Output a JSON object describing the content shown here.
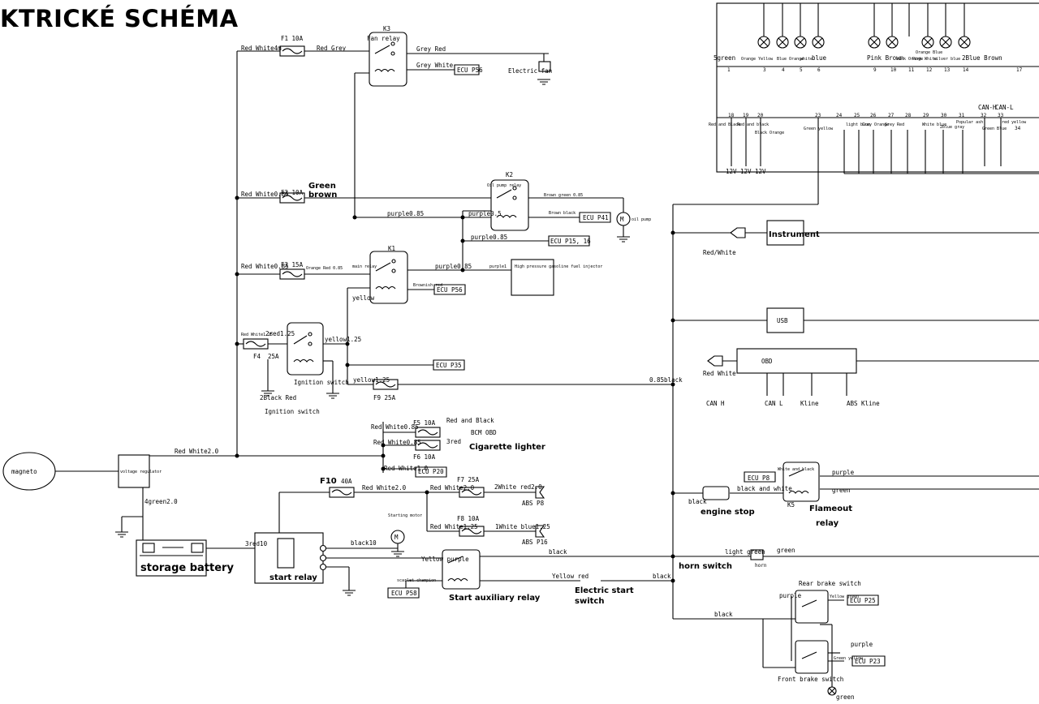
{
  "title": "KTRICKÉ SCHÉMA",
  "labels": {
    "f1": "F1  10A",
    "red_white_4m": "Red White4m",
    "red_grey": "Red Grey",
    "fan_relay": "Fan relay",
    "k3": "K3",
    "grey_red": "Grey Red",
    "grey_white": "Grey White",
    "ecu_p56_a": "ECU P56",
    "electric_fan": "Electric fan",
    "red_white085_f2": "Red White0.85",
    "f2": "F2  10A",
    "green_brown_1": "Green",
    "green_brown_2": "brown",
    "k2": "K2",
    "oil_pump_relay": "Oil pump relay",
    "brown_green": "Brown green 0.85",
    "brown_black": "Brown black",
    "ecu_p41": "ECU P41",
    "oil_pump": "oil pump",
    "purple085_a": "purple0.85",
    "purple05": "purple0.5",
    "purple085_b": "purple0.85",
    "ecu_p15_16": "ECU P15, 16",
    "red_white085_f3": "Red White0.85",
    "f3": "F3  15A",
    "orange_red": "Orange Red 0.85",
    "k1": "K1",
    "main_relay": "main relay",
    "purple085_c": "purple0.85",
    "purple1": "purple1",
    "hp_injector": "High pressure gasoline fuel injector",
    "brownish_red": "Brownish red",
    "ecu_p56_b": "ECU P56",
    "yellow": "yellow",
    "red_white_f4": "Red White1.25",
    "two_red125": "2red1.25",
    "f4": "F4",
    "f4a": "25A",
    "yellow125_a": "yellow1.25",
    "ignition_switch_box": "Ignition switch",
    "two_black_red": "2Black Red",
    "ignition_switch": "Ignition switch",
    "ecu_p35": "ECU P35",
    "yellow125_b": "yellow1.25",
    "f9": "F9   25A",
    "black085": "0.85black",
    "red_white085_f5": "Red White0.85",
    "f5": "F5   10A",
    "red_and_black": "Red and Black",
    "bcm_obd": "BCM  OBD",
    "red_white085_f6": "Red White0.85",
    "three_red": "3red",
    "cigarette_lighter": "Cigarette lighter",
    "f6": "F6   10A",
    "red_white1": "Red White1.0",
    "ecu_p20": "ECU P20",
    "magneto": "magneto",
    "voltage_regulator": "voltage regulator",
    "red_white2": "Red White2.0",
    "four_green": "4green2.0",
    "f10": "F10",
    "f10a": "40A",
    "red_white2_b": "Red White2.0",
    "f7": "F7   25A",
    "red_white2_c": "Red White2.0",
    "two_white_red": "2White red2.0",
    "abs_p8": "ABS P8",
    "f8": "F8   10A",
    "red_white125": "Red White1.25",
    "white_blue": "1White blue1.25",
    "abs_p16": "ABS P16",
    "starting_motor": "Starting motor",
    "storage_battery": "storage battery",
    "three_red10": "3red10",
    "black10": "black10",
    "start_relay": "start relay",
    "yellow_purple": "Yellow purple",
    "black_a": "black",
    "yellow_red": "Yellow red",
    "black_b": "black",
    "electric_start_1": "Electric start",
    "electric_start_2": "switch",
    "ecu_p58": "ECU P58",
    "start_aux_relay": "Start auxiliary relay",
    "orange_black": "scarlet champion",
    "five_green": "5green",
    "two_blue_brown": "2Blue Brown",
    "pink_brown": "Pink Brown",
    "blue": "blue",
    "twelve_v_1": "12V",
    "twelve_v_2": "12V",
    "twelve_v_3": "12V",
    "instrument": "Instrument",
    "red_white_inst": "Red/White",
    "usb": "USB",
    "obd": "OBD",
    "red_white_obd": "Red White",
    "can_h": "CAN H",
    "can_l": "CAN L",
    "kline": "Kline",
    "abs_kline": "ABS Kline",
    "ecu_p8": "ECU P8",
    "white_black": "White and black",
    "purple_k5": "purple",
    "green_k5": "green",
    "black_and_white": "black and white",
    "black_es": "black",
    "engine_stop": "engine stop",
    "k5": "K5",
    "flameout_1": "Flameout",
    "flameout_2": "relay",
    "light_green": "light green",
    "green_horn": "green",
    "horn": "horn",
    "horn_switch": "horn switch",
    "rear_brake": "Rear brake switch",
    "purple_rb": "purple",
    "yellow_green": "Yellow green",
    "ecu_p25": "ECU P25",
    "black_rb": "black",
    "purple_fb": "purple",
    "ecu_p23": "ECU P23",
    "green_yellow": "Green yellow",
    "front_brake": "Front brake switch",
    "green_lamp": "green",
    "pin_labels": [
      "1",
      "3",
      "4",
      "5",
      "6",
      "9",
      "10",
      "11",
      "12",
      "13",
      "14",
      "17"
    ],
    "pin_labels_b": [
      "18",
      "19",
      "20",
      "23",
      "24",
      "25",
      "26",
      "27",
      "28",
      "29",
      "30",
      "31",
      "32",
      "33"
    ],
    "can_h_top": "CAN-H",
    "can_l_top": "CAN-L",
    "wire_top": [
      "Orange Yellow",
      "Blue Orange",
      "white",
      "Pink Orange",
      "Pink White",
      "Orange Blue",
      "silver blue"
    ],
    "wire_bottom": [
      "Red and Black",
      "Red and black",
      "Black Orange",
      "Green yellow",
      "light blue",
      "Grey Orange",
      "Grey Red",
      "White blue",
      "2blue gray",
      "Popular ash",
      "Green Blue",
      "red yellow",
      "34"
    ]
  }
}
